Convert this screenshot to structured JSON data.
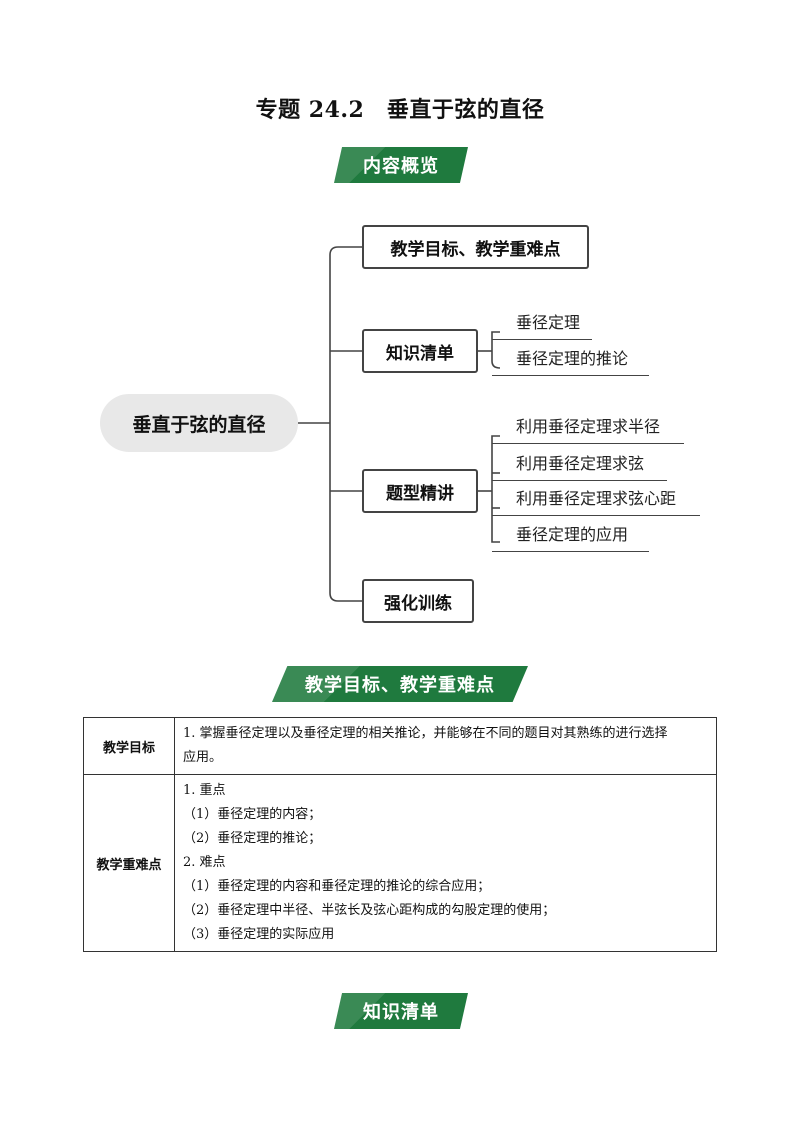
{
  "page_title": "专题 24.2　垂直于弦的直径",
  "banners": {
    "overview": "内容概览",
    "objectives": "教学目标、教学重难点",
    "knowledge": "知识清单"
  },
  "mindmap": {
    "root": "垂直于弦的直径",
    "branches": [
      {
        "label": "教学目标、教学重难点",
        "leaves": []
      },
      {
        "label": "知识清单",
        "leaves": [
          "垂径定理",
          "垂径定理的推论"
        ]
      },
      {
        "label": "题型精讲",
        "leaves": [
          "利用垂径定理求半径",
          "利用垂径定理求弦",
          "利用垂径定理求弦心距",
          "垂径定理的应用"
        ]
      },
      {
        "label": "强化训练",
        "leaves": []
      }
    ]
  },
  "table": {
    "rows": [
      {
        "header": "教学目标",
        "lines": [
          "1. 掌握垂径定理以及垂径定理的相关推论，并能够在不同的题目对其熟练的进行选择",
          "应用。"
        ]
      },
      {
        "header": "教学重难点",
        "lines": [
          "1. 重点",
          "（1）垂径定理的内容；",
          "（2）垂径定理的推论；",
          "2. 难点",
          "（1）垂径定理的内容和垂径定理的推论的综合应用；",
          "（2）垂径定理中半径、半弦长及弦心距构成的勾股定理的使用；",
          "（3）垂径定理的实际应用"
        ]
      }
    ]
  }
}
